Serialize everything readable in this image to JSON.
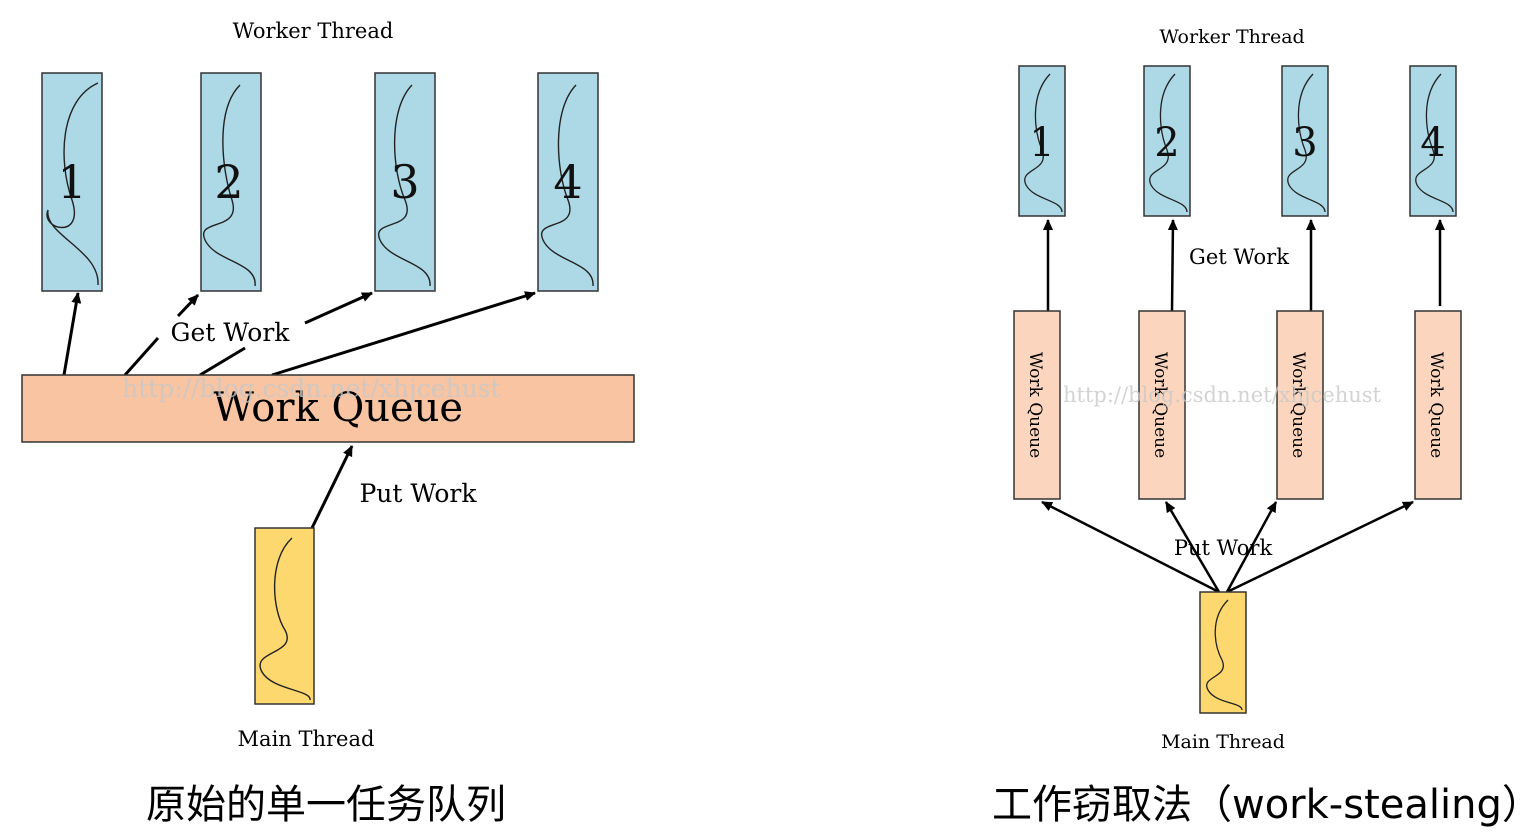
{
  "left_diagram": {
    "title": "Worker Thread",
    "workers": [
      "1",
      "2",
      "3",
      "4"
    ],
    "queue_label": "Work Queue",
    "get_work_label": "Get Work",
    "put_work_label": "Put Work",
    "main_label": "Main Thread",
    "caption": "原始的单一任务队列"
  },
  "right_diagram": {
    "title": "Worker Thread",
    "workers": [
      "1",
      "2",
      "3",
      "4"
    ],
    "queue_labels": [
      "Work Queue",
      "Work Queue",
      "Work Queue",
      "Work Queue"
    ],
    "get_work_label": "Get Work",
    "put_work_label": "Put Work",
    "main_label": "Main Thread",
    "caption": "工作窃取法（work-stealing）"
  },
  "watermark": "http://blog.csdn.net/xhjcehust",
  "colors": {
    "worker_fill": "#add8e6",
    "queue_fill": "#f8c4a2",
    "queue_fill_light": "#fbd5bd",
    "main_fill": "#fcd86e",
    "stroke": "#333333"
  }
}
